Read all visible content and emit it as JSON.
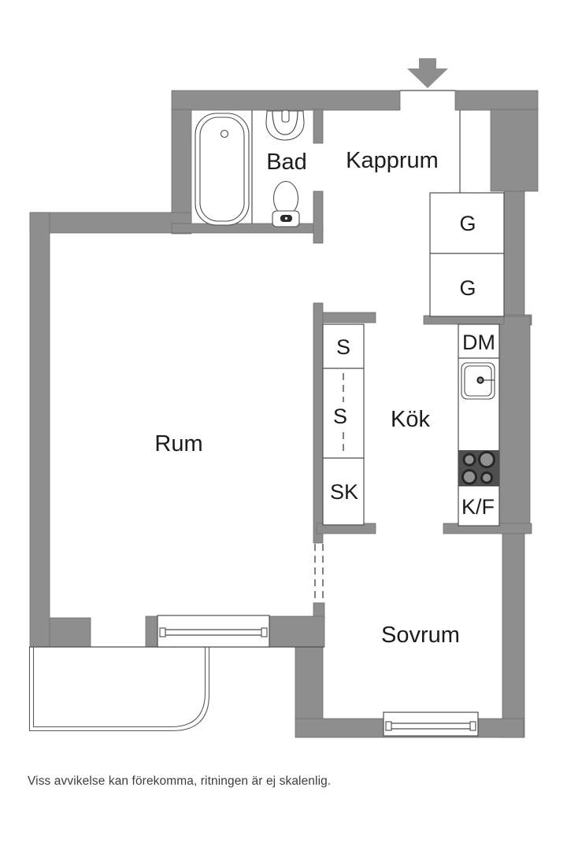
{
  "floorplan": {
    "title": "apartment-floorplan",
    "entrance": {
      "symbol": "entrance-arrow-down"
    },
    "rooms": {
      "bad": {
        "label": "Bad"
      },
      "kapprum": {
        "label": "Kapprum"
      },
      "rum": {
        "label": "Rum"
      },
      "kok": {
        "label": "Kök"
      },
      "sovrum": {
        "label": "Sovrum"
      }
    },
    "fixtures": {
      "g1": {
        "label": "G"
      },
      "g2": {
        "label": "G"
      },
      "s1": {
        "label": "S"
      },
      "s2": {
        "label": "S"
      },
      "sk": {
        "label": "SK"
      },
      "dm": {
        "label": "DM"
      },
      "kf": {
        "label": "K/F"
      }
    },
    "symbols": [
      "bathtub",
      "toilet",
      "bathroom-sink",
      "kitchen-sink",
      "stove",
      "window",
      "balcony-railing"
    ],
    "colors": {
      "wall": "#8e8e8e",
      "stove": "#4f4f4f",
      "burner": "#919191",
      "outline": "#4c4c4c",
      "text": "#1c1c1c",
      "background": "#ffffff"
    }
  },
  "footer": {
    "disclaimer": "Viss avvikelse kan förekomma, ritningen är ej skalenlig."
  }
}
